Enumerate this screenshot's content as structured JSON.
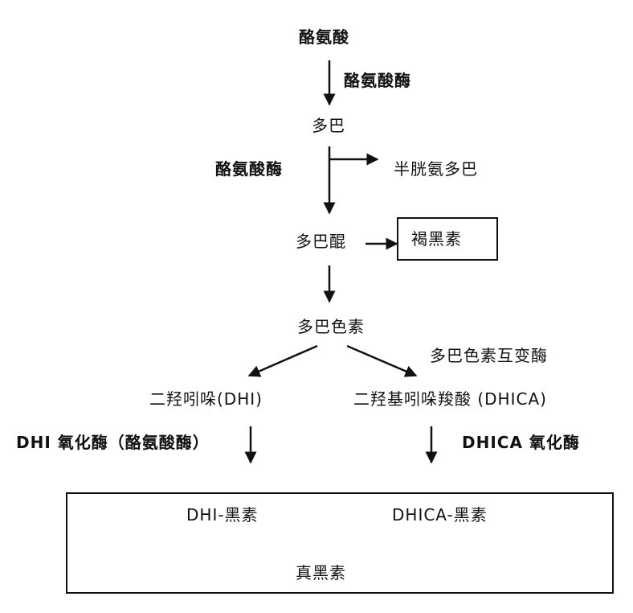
{
  "nodes": {
    "tyrosine": "酪氨酸",
    "enzyme_1": "酪氨酸酶",
    "dopa": "多巴",
    "enzyme_2": "酪氨酸酶",
    "cysteinyl_dopa": "半胱氨多巴",
    "dopaquinone": "多巴醌",
    "pheomelanin": "褐黑素",
    "dopachrome": "多巴色素",
    "tautomerase": "多巴色素互变酶",
    "dhi": "二羟吲哚(DHI)",
    "dhica": "二羟基吲哚羧酸 (DHICA)",
    "dhi_oxidase": "DHI 氧化酶（酪氨酸酶）",
    "dhica_oxidase": "DHICA 氧化酶",
    "dhi_melanin": "DHI-黑素",
    "dhica_melanin": "DHICA-黑素",
    "eumelanin": "真黑素"
  }
}
